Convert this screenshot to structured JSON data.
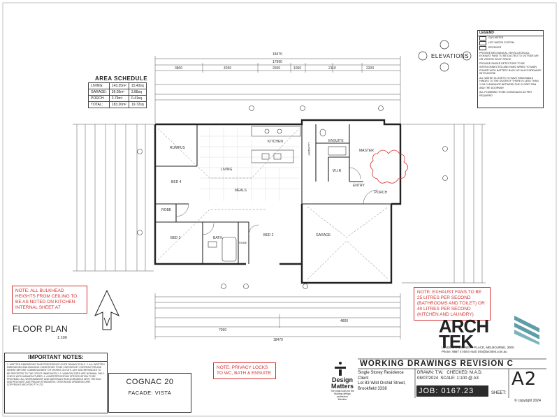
{
  "area_schedule": {
    "title": "AREA SCHEDULE",
    "rows": [
      {
        "label": "LIVING:",
        "m2": "143.35m²",
        "sq": "15.43sq"
      },
      {
        "label": "GARAGE:",
        "m2": "36.05m²",
        "sq": "3.88sq"
      },
      {
        "label": "PORCH:",
        "m2": "3.79m²",
        "sq": "0.41sq"
      },
      {
        "label": "TOTAL:",
        "m2": "183.20m²",
        "sq": "19.72sq"
      }
    ]
  },
  "rooms": {
    "rumpus": "RUMPUS",
    "kitchen": "KITCHEN",
    "living": "LIVING",
    "meals": "MEALS",
    "bed4": "BED 4",
    "robe1": "ROBE",
    "robe2": "ROBE",
    "bed3": "BED 3",
    "bath": "BATH",
    "bed2": "BED 2",
    "ensuite": "ENSUITE",
    "laundry": "LAUNDRY",
    "wir": "W.I.R",
    "master": "MASTER",
    "entry": "ENTRY",
    "porch": "PORCH",
    "garage": "GARAGE"
  },
  "dimensions": {
    "overall_width": "18470",
    "total_top": "17990",
    "top_row": [
      "3800",
      "4250",
      "2600",
      "1060",
      "2110",
      "2200"
    ],
    "bottom_total": "7990",
    "bottom_garage": "4800",
    "bottom_overall": "18470"
  },
  "notes": {
    "bulkhead": "NOTE: ALL BULKHEAD HEIGHTS FROM CEILING TO BE AS NOTED ON KITCHEN INTERNAL SHEET A7",
    "exhaust": "NOTE: EXHAUST FANS TO BE 25 LITRES PER SECOND (BATHROOMS AND TOILET) OR 40 LITRES PER SECOND (KITCHEN AND LAUNDRY)",
    "privacy": "NOTE: PRIVACY LOCKS TO WC, BATH & ENSUITE"
  },
  "legend": {
    "title": "LEGEND",
    "items": [
      "GAS METER",
      "HOT WATER SYSTEM",
      "RECEIVER"
    ],
    "notes": [
      "PROVIDE MECHANICAL VENTILATION ALL EXHAUST FANS TO BE DUCTED TO OUTSIDE AIR OR VENTED ROOF SPACE",
      "PROVIDE SMOKE DETECTORS TO BE INTERCONNECTED AND HARD WIRED TO MAIN POWER WITH BATTERY BACK UP IN ACCORDANCE WITH AS3786",
      "ALL WATER CLOSETS TO HAVE REMOVABLE HINGES TO THE DOORS IF THERE IS LESS THAN 1.2M CLEARANCE BETWEEN THE CLOSET PAN AND THE DOORWAY",
      "ALL PLUMBING TO BE CONCEALED AS PER REQUIRED"
    ]
  },
  "important_notes": {
    "title": "IMPORTANT NOTES:",
    "body": "1. WRITTEN DIMENSIONS TAKE PRECEDENCE OVER DRAWN SCALE. 2. ALL WRITTEN DIMENSIONS AND BUILDING CONDITIONS TO BE CHECKED BY CONTRACTOR AND WHERE BEFORE COMMENCEMENT OF WORKS ON SITE. ANY DISCREPANCIES TO BE REPORTED TO THE OFFICE IMMEDIATELY. 3. WINDOW SIZES ARE NOMINAL ONLY. CHECK WITH MANUFACTURER. 4. A WATERPROOFING SPECIFICATION TO BE PROVIDED. ALL WORKMANSHIP AND MATERIALS IN ACCORDANCE WITH THE BCA AND RELEVANT AUSTRALIAN STANDARDS. DESIGN AND DRAWINGS ARE COPYRIGHT ARCHTEK PTY LTD."
  },
  "house": {
    "name": "COGNAC 20",
    "facade": "FACADE: VISTA"
  },
  "floor_plan": {
    "label": "FLOOR PLAN",
    "scale": "1:100"
  },
  "elevations_label": "ELEVATIONS",
  "design_matters": {
    "name": "Design Matters",
    "tagline": "The peak body for the building design profession",
    "member": "Member"
  },
  "title_block": {
    "heading": "WORKING DRAWINGS REVISION C",
    "project": [
      "Single Storey Residence",
      "Client",
      "Lot 83 Wild Orchid Street,",
      "Brookfield 3338"
    ],
    "drawn": "DRAWN: T.W.",
    "checked": "CHECKED: M.A.D.",
    "date": "08/07/2024",
    "scale": "SCALE: 1:100 @ A3",
    "job": "JOB: 0167.23",
    "sheet_label": "SHEET:",
    "sheet_no": "A2",
    "copyright": "© copyright 2024"
  },
  "brand": {
    "line1": "ARCH",
    "line2": "TEK",
    "address": "LEVEL 1, 2 BREWERY PLACE, MELBOURNE, 3000.",
    "contact": "Phone: 9687 4748 E-mail: info@archtek.com.au"
  },
  "colors": {
    "note_red": "#d32f2f",
    "line": "#333333",
    "job_bg": "#2b2b2b",
    "brand_teal": "#5f9ea8"
  }
}
